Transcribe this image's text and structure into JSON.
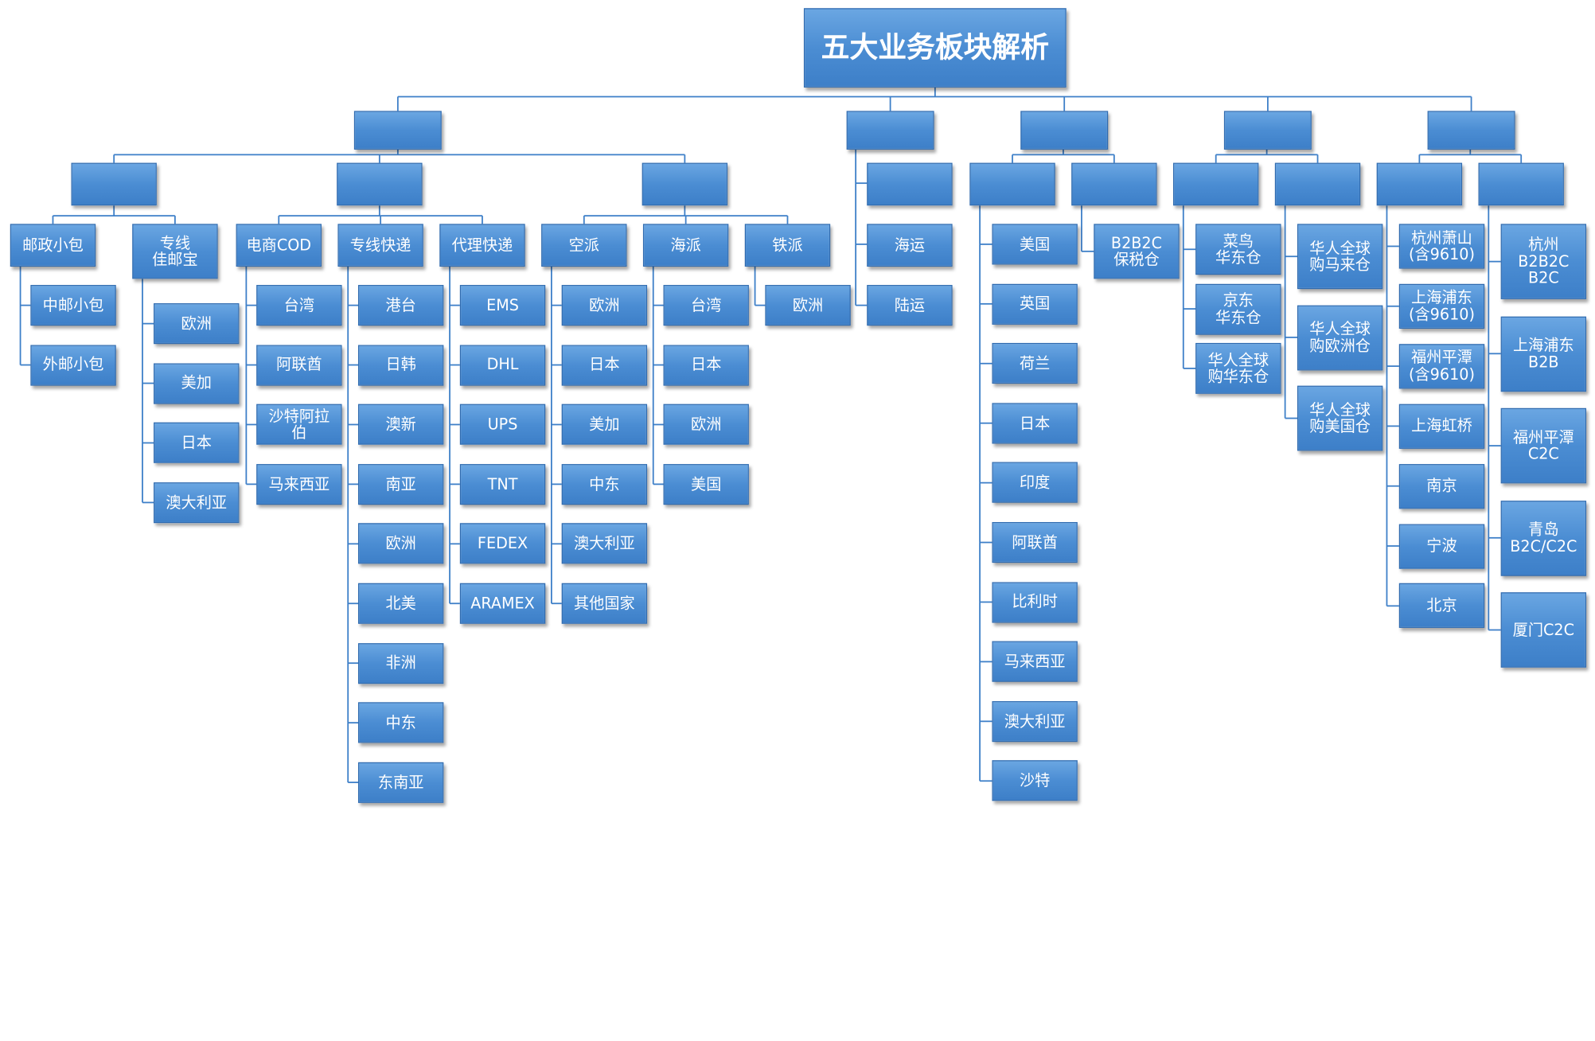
{
  "title": "五大业务板块解析",
  "colors": {
    "box_fill": "#4b8dd3",
    "box_border": "#2f6bb0",
    "connector": "#3d7fc8"
  },
  "sections": [
    {
      "label": "",
      "children": [
        {
          "label": "",
          "children": [
            {
              "label": "邮政小包",
              "children": [
                "中邮小包",
                "外邮小包"
              ]
            },
            {
              "label": "专线\n佳邮宝",
              "children": [
                "欧洲",
                "美加",
                "日本",
                "澳大利亚"
              ]
            }
          ]
        },
        {
          "label": "",
          "children": [
            {
              "label": "电商COD",
              "children": [
                "台湾",
                "阿联酋",
                "沙特阿拉\n伯",
                "马来西亚"
              ]
            },
            {
              "label": "专线快递",
              "children": [
                "港台",
                "日韩",
                "澳新",
                "南亚",
                "欧洲",
                "北美",
                "非洲",
                "中东",
                "东南亚"
              ]
            },
            {
              "label": "代理快递",
              "children": [
                "EMS",
                "DHL",
                "UPS",
                "TNT",
                "FEDEX",
                "ARAMEX"
              ]
            }
          ]
        },
        {
          "label": "",
          "children": [
            {
              "label": "空派",
              "children": [
                "欧洲",
                "日本",
                "美加",
                "中东",
                "澳大利亚",
                "其他国家"
              ]
            },
            {
              "label": "海派",
              "children": [
                "台湾",
                "日本",
                "欧洲",
                "美国"
              ]
            },
            {
              "label": "铁派",
              "children": [
                "欧洲"
              ]
            }
          ]
        }
      ]
    },
    {
      "label": "",
      "children": [
        "海运",
        "陆运"
      ]
    },
    {
      "label": "",
      "children": [
        {
          "label": "",
          "children": [
            "美国",
            "英国",
            "荷兰",
            "日本",
            "印度",
            "阿联酋",
            "比利时",
            "马来西亚",
            "澳大利亚",
            "沙特"
          ]
        },
        {
          "label": "",
          "children": [
            "B2B2C\n保税仓"
          ]
        }
      ]
    },
    {
      "label": "",
      "children": [
        {
          "label": "",
          "children": [
            "菜鸟\n华东仓",
            "京东\n华东仓",
            "华人全球\n购华东仓"
          ]
        },
        {
          "label": "",
          "children": [
            "华人全球\n购马来仓",
            "华人全球\n购欧洲仓",
            "华人全球\n购美国仓"
          ]
        }
      ]
    },
    {
      "label": "",
      "children": [
        {
          "label": "",
          "children": [
            "杭州萧山\n(含9610)",
            "上海浦东\n(含9610)",
            "福州平潭\n(含9610)",
            "上海虹桥",
            "南京",
            "宁波",
            "北京"
          ]
        },
        {
          "label": "",
          "children": [
            "杭州\nB2B2C\nB2C",
            "上海浦东\nB2B",
            "福州平潭\nC2C",
            "青岛\nB2C/C2C",
            "厦门C2C"
          ]
        }
      ]
    }
  ]
}
